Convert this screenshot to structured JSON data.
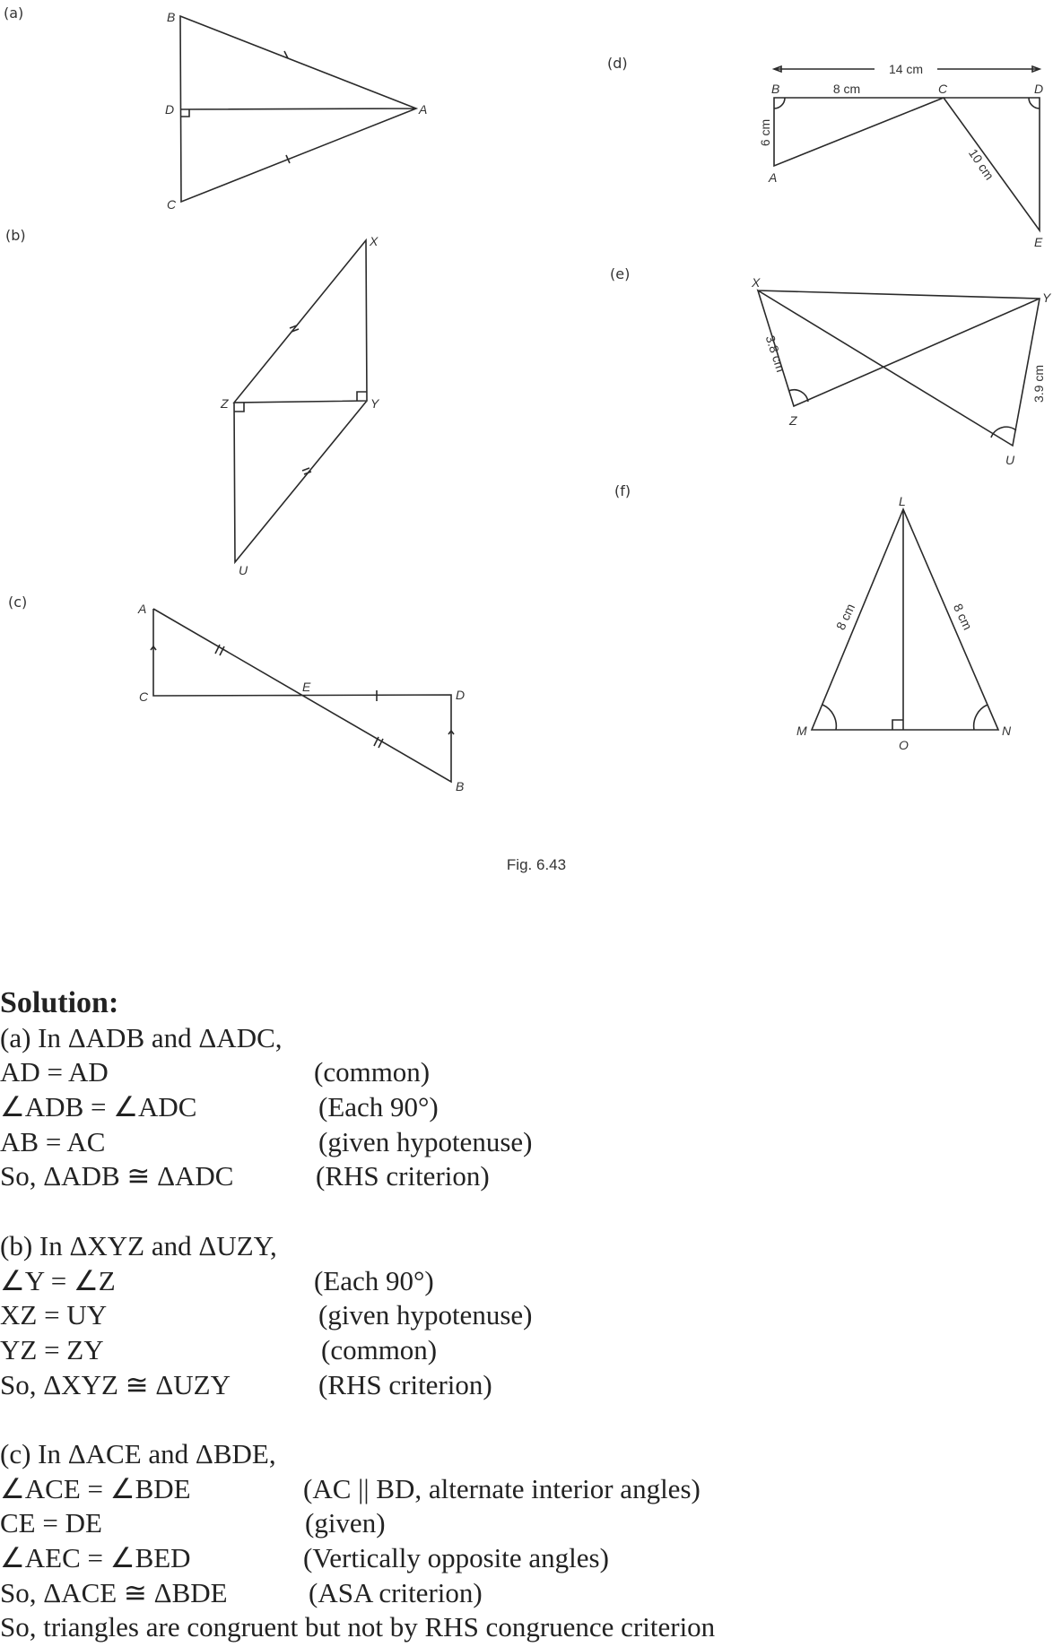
{
  "figures": {
    "a": {
      "label": "(a)",
      "B": "B",
      "D": "D",
      "A": "A",
      "C": "C"
    },
    "b": {
      "label": "(b)",
      "X": "X",
      "Z": "Z",
      "Y": "Y",
      "U": "U"
    },
    "c": {
      "label": "(c)",
      "A": "A",
      "C": "C",
      "E": "E",
      "D": "D",
      "B": "B"
    },
    "d": {
      "label": "(d)",
      "B": "B",
      "C": "C",
      "D": "D",
      "A": "A",
      "E": "E",
      "bd": "14 cm",
      "bc": "8 cm",
      "ab": "6 cm",
      "ce": "10 cm"
    },
    "e": {
      "label": "(e)",
      "X": "X",
      "Y": "Y",
      "Z": "Z",
      "U": "U",
      "xz": "3.8 cm",
      "yu": "3.9 cm"
    },
    "f": {
      "label": "(f)",
      "L": "L",
      "M": "M",
      "N": "N",
      "O": "O",
      "lm": "8 cm",
      "ln": "8 cm"
    },
    "caption": "Fig. 6.43"
  },
  "solution": {
    "heading": "Solution:",
    "a": {
      "intro": "(a) In ΔADB and ΔADC,",
      "rows": [
        {
          "s": "AD = AD",
          "r": "(common)"
        },
        {
          "s": "∠ADB = ∠ADC",
          "r": "(Each 90°)"
        },
        {
          "s": "AB = AC",
          "r": "(given hypotenuse)"
        },
        {
          "s": "So, ΔADB ≅ ΔADC",
          "r": "(RHS criterion)"
        }
      ]
    },
    "b": {
      "intro": "(b) In ΔXYZ and ΔUZY,",
      "rows": [
        {
          "s": "∠Y = ∠Z",
          "r": "(Each 90°)"
        },
        {
          "s": "XZ = UY",
          "r": "(given hypotenuse)"
        },
        {
          "s": "YZ = ZY",
          "r": "(common)"
        },
        {
          "s": "So, ΔXYZ ≅ ΔUZY",
          "r": "(RHS criterion)"
        }
      ]
    },
    "c": {
      "intro": "(c) In ΔACE and ΔBDE,",
      "rows": [
        {
          "s": "∠ACE = ∠BDE",
          "r": "(AC || BD, alternate interior angles)"
        },
        {
          "s": "CE = DE",
          "r": "(given)"
        },
        {
          "s": "∠AEC = ∠BED",
          "r": "(Vertically opposite angles)"
        },
        {
          "s": "So, ΔACE ≅ ΔBDE",
          "r": "(ASA criterion)"
        }
      ],
      "conclusion": "So, triangles are congruent but not by RHS congruence criterion"
    }
  }
}
